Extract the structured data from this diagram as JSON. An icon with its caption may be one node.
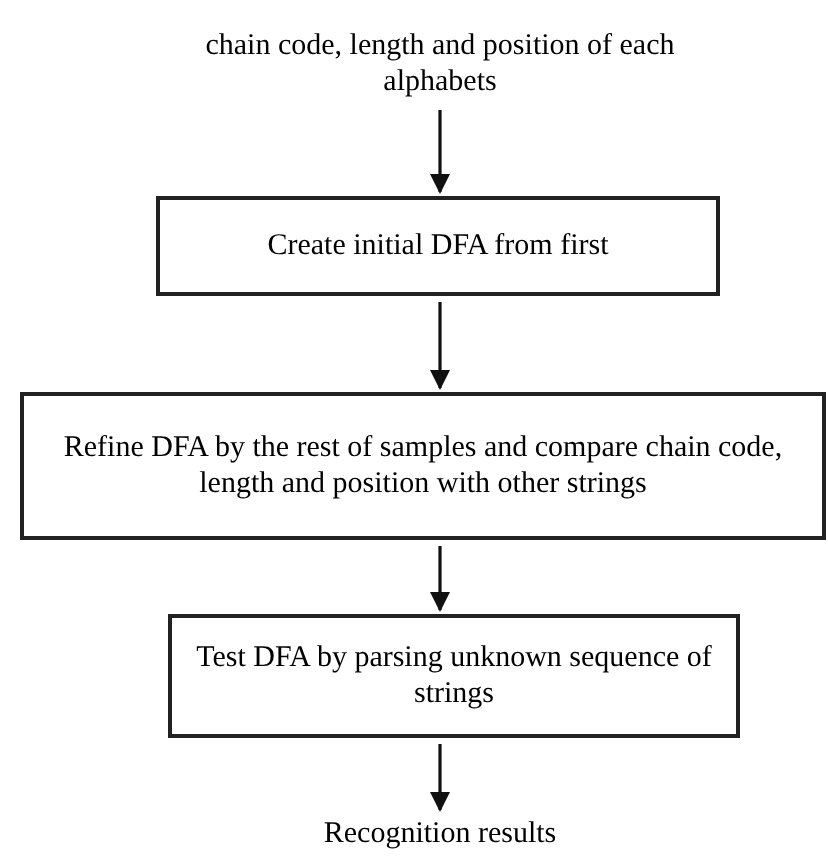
{
  "diagram": {
    "nodes": [
      {
        "text": [
          "chain code, length and position of each alphabets"
        ]
      },
      {
        "text": [
          "Create initial DFA from first"
        ]
      },
      {
        "text": [
          "Refine DFA by the rest of samples and compare chain code, length and position with other strings"
        ]
      },
      {
        "text": [
          "Test DFA by parsing unknown sequence of strings"
        ]
      },
      {
        "text": [
          "Recognition results"
        ]
      }
    ],
    "edges": [
      {
        "from": 0,
        "to": 1,
        "arrow": "to"
      },
      {
        "from": 1,
        "to": 2,
        "arrow": "to"
      },
      {
        "from": 2,
        "to": 3,
        "arrow": "to"
      },
      {
        "from": 3,
        "to": 4,
        "arrow": "to"
      }
    ]
  }
}
